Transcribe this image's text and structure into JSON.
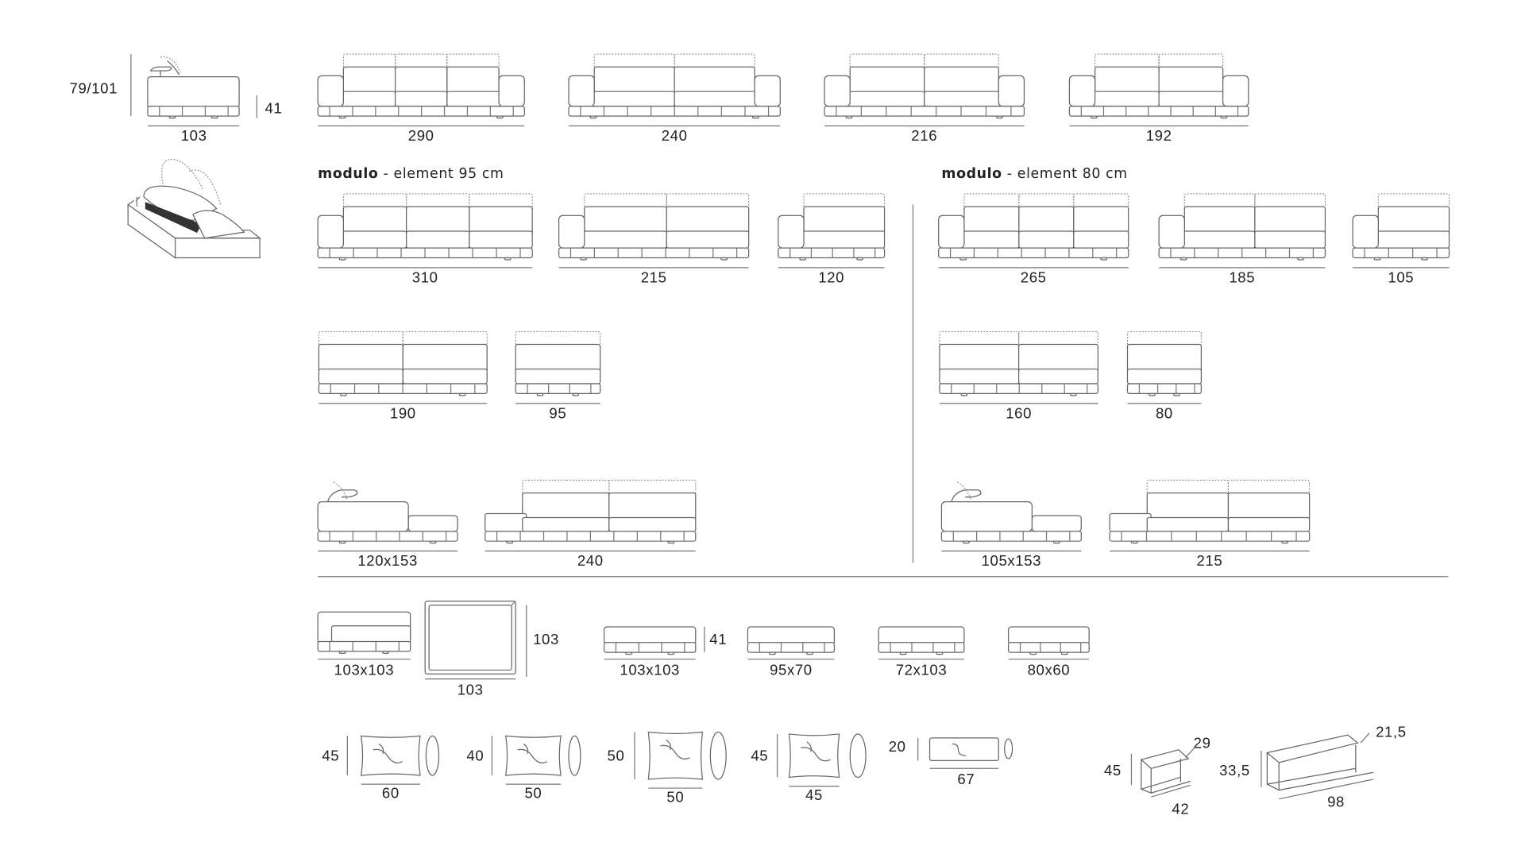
{
  "side_view": {
    "height": "79/101",
    "seat_height": "41",
    "depth": "103"
  },
  "row1": [
    "290",
    "240",
    "216",
    "192"
  ],
  "module95": {
    "title_bold": "modulo",
    "title_rest": " - element 95 cm",
    "row_a": [
      "310",
      "215",
      "120"
    ],
    "row_b": [
      "190",
      "95"
    ],
    "row_c": [
      "120x153",
      "240"
    ]
  },
  "module80": {
    "title_bold": "modulo",
    "title_rest": " - element 80 cm",
    "row_a": [
      "265",
      "185",
      "105"
    ],
    "row_b": [
      "160",
      "80"
    ],
    "row_c": [
      "105x153",
      "215"
    ]
  },
  "elements": {
    "corner_low": "103x103",
    "square_width": "103",
    "square_depth": "103",
    "ottoman_large": "103x103",
    "ottoman_height": "41",
    "ottoman_1": "95x70",
    "ottoman_2": "72x103",
    "ottoman_3": "80x60"
  },
  "cushions": [
    {
      "h": "45",
      "w": "60"
    },
    {
      "h": "40",
      "w": "50"
    },
    {
      "h": "50",
      "w": "50"
    },
    {
      "h": "45",
      "w": "45"
    },
    {
      "h": "20",
      "w": "67"
    }
  ],
  "shelves": [
    {
      "h": "45",
      "d": "29",
      "w": "42"
    },
    {
      "h": "33,5",
      "d": "21,5",
      "w": "98"
    }
  ],
  "colors": {
    "line": "#666666",
    "text": "#222222"
  }
}
